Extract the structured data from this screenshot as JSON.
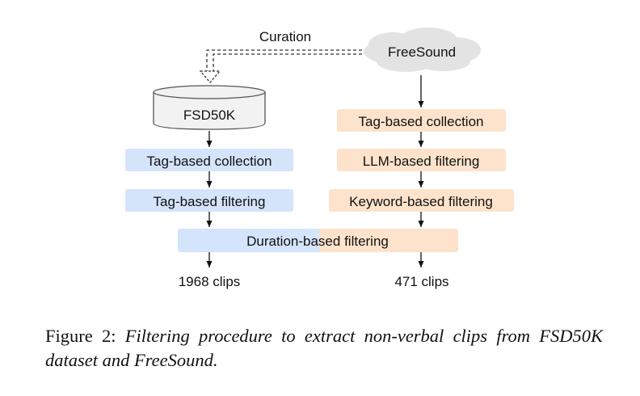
{
  "diagram": {
    "curation_label": "Curation",
    "freesound_label": "FreeSound",
    "fsd50k_label": "FSD50K",
    "left_steps": [
      "Tag-based collection",
      "Tag-based filtering"
    ],
    "right_steps": [
      "Tag-based collection",
      "LLM-based filtering",
      "Keyword-based filtering"
    ],
    "shared_step": "Duration-based filtering",
    "left_output": "1968 clips",
    "right_output": "471 clips",
    "colors": {
      "blue_box": "#d4e4fb",
      "orange_box": "#fde3cb",
      "cloud": "#e3e3e3"
    }
  },
  "caption": {
    "number": "Figure 2:",
    "text": "Filtering procedure to extract non-verbal clips from FSD50K dataset and FreeSound."
  }
}
